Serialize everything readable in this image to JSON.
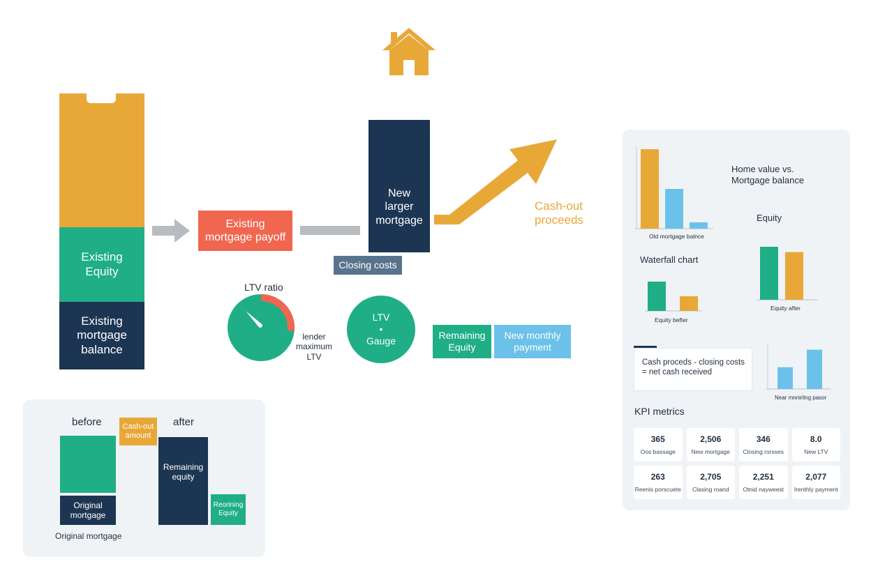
{
  "colors": {
    "gold": "#e8a838",
    "teal": "#1fae86",
    "navy": "#1c3552",
    "red": "#f0664f",
    "slate": "#57748c",
    "blue": "#6cc1ea",
    "gray_arrow": "#b8bcc0"
  },
  "icons": [
    "house-icon",
    "right-arrow-icon",
    "up-right-arrow-icon",
    "gauge-needle-icon"
  ],
  "flow": {
    "existing_equity": "Existing\nEquity",
    "existing_balance": "Existing\nmortgage\nbalance",
    "payoff": "Existing\nmortgage payoff",
    "new_mortgage": "New\nlarger\nmortgage",
    "closing_costs": "Closing costs",
    "cashout": "Cash-out\nproceeds"
  },
  "gauges": {
    "ltv_title": "LTV ratio",
    "lender_max": "lender\nmaximum\nLTV",
    "ltv_gauge": "LTV\n•\nGauge",
    "gauge_fraction": 0.8
  },
  "result_boxes": {
    "remaining_equity": "Remaining\nEquity",
    "new_payment": "New monthly\npayment"
  },
  "before_after": {
    "before": "before",
    "after": "after",
    "cashout_amount": "Cash-out\namount",
    "original_mortgage_box": "Original\nmortgage",
    "remaining_equity_box": "Remaining\nequity",
    "remaining_equity_small": "Reorining\nEquity",
    "caption": "Original mortgage"
  },
  "side_panel": {
    "home_vs_balance": "Home value vs.\nMortgage balance",
    "old_balance": "Old mortgage balnce",
    "equity": "Equity",
    "waterfall": "Waterfall chart",
    "equity_before": "Equity befter",
    "equity_after": "Equity after",
    "cash_formula": "Cash proceds - closing costs\n= net cash received",
    "payment_caption": "Near mnnirling pasor",
    "kpi_title": "KPI metrics",
    "kpis": [
      {
        "value": "365",
        "label": "Oos bassage"
      },
      {
        "value": "2,506",
        "label": "New mortgage"
      },
      {
        "value": "346",
        "label": "Closing rorsses"
      },
      {
        "value": "8.0",
        "label": "New LTV"
      },
      {
        "value": "263",
        "label": "Reenis porscuete"
      },
      {
        "value": "2,705",
        "label": "Clasing roand"
      },
      {
        "value": "2,251",
        "label": "Otnid nayweest"
      },
      {
        "value": "2,077",
        "label": "Irenthly payment"
      }
    ]
  },
  "chart_data": [
    {
      "type": "bar",
      "categories": [
        "",
        "",
        ""
      ],
      "values": [
        100,
        50,
        8
      ],
      "title": "Home value vs.\nMortgage balance",
      "xlabel": "Old mortgage balnce",
      "ylabel": "",
      "ylim": [
        0,
        100
      ],
      "colors": [
        "#e8a838",
        "#6cc1ea",
        "#6cc1ea"
      ]
    },
    {
      "type": "bar",
      "categories": [
        "",
        ""
      ],
      "values": [
        100,
        90
      ],
      "title": "Equity",
      "xlabel": "Equity after",
      "ylabel": "",
      "ylim": [
        0,
        100
      ],
      "colors": [
        "#1fae86",
        "#e8a838"
      ]
    },
    {
      "type": "bar",
      "categories": [
        "",
        ""
      ],
      "values": [
        100,
        50
      ],
      "title": "Waterfall chart",
      "xlabel": "Equity befter",
      "ylabel": "",
      "ylim": [
        0,
        100
      ],
      "colors": [
        "#1fae86",
        "#e8a838"
      ]
    },
    {
      "type": "bar",
      "categories": [
        "",
        ""
      ],
      "values": [
        52,
        94
      ],
      "title": "",
      "xlabel": "Near mnnirling pasor",
      "ylabel": "",
      "ylim": [
        0,
        100
      ],
      "colors": [
        "#6cc1ea",
        "#6cc1ea"
      ]
    }
  ]
}
